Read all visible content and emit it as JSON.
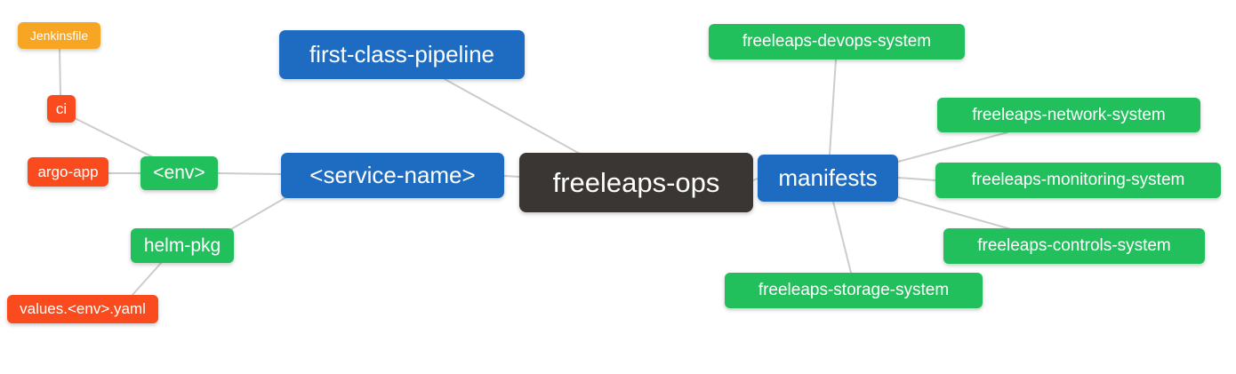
{
  "colors": {
    "background": "#ffffff",
    "root_bg": "#3a3633",
    "branch_bg": "#1e6bc2",
    "leaf_green": "#22c05d",
    "leaf_red": "#fa4b1e",
    "leaf_orange": "#f6a623",
    "node_text": "#ffffff",
    "edge": "#cccccc"
  },
  "mindmap": {
    "root": {
      "label": "freeleaps-ops"
    },
    "branches": [
      {
        "label": "first-class-pipeline"
      },
      {
        "label": "<service-name>",
        "children": [
          {
            "label": "<env>",
            "children": [
              {
                "label": "ci",
                "children": [
                  {
                    "label": "Jenkinsfile"
                  }
                ]
              },
              {
                "label": "argo-app"
              }
            ]
          },
          {
            "label": "helm-pkg",
            "children": [
              {
                "label": "values.<env>.yaml"
              }
            ]
          }
        ]
      },
      {
        "label": "manifests",
        "children": [
          {
            "label": "freeleaps-devops-system"
          },
          {
            "label": "freeleaps-network-system"
          },
          {
            "label": "freeleaps-monitoring-system"
          },
          {
            "label": "freeleaps-controls-system"
          },
          {
            "label": "freeleaps-storage-system"
          }
        ]
      }
    ]
  }
}
